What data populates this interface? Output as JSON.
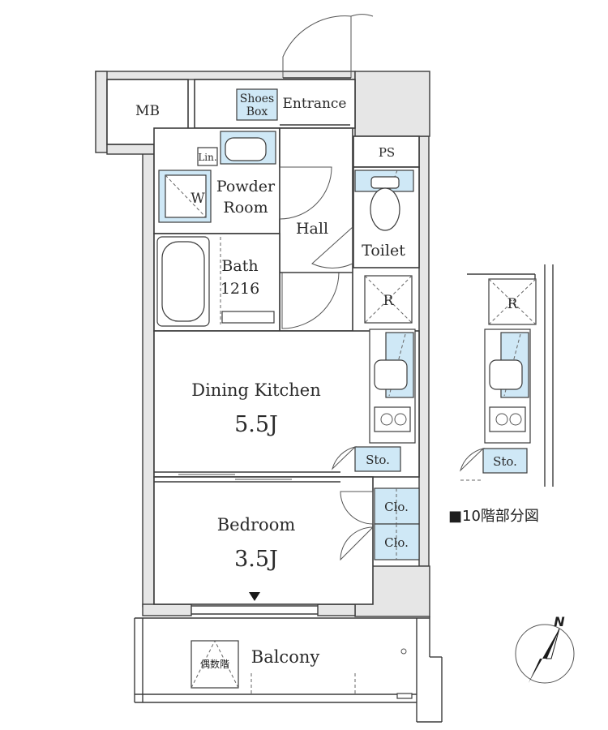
{
  "rooms": {
    "mb": "MB",
    "shoes_box_line1": "Shoes",
    "shoes_box_line2": "Box",
    "entrance": "Entrance",
    "ps": "PS",
    "lin": "Lin.",
    "washer": "W",
    "powder_room_line1": "Powder",
    "powder_room_line2": "Room",
    "hall": "Hall",
    "toilet": "Toilet",
    "bath_line1": "Bath",
    "bath_line2": "1216",
    "refrigerator": "R",
    "dining_kitchen": "Dining Kitchen",
    "dining_kitchen_size": "5.5J",
    "storage": "Sto.",
    "closet_1": "Clo.",
    "closet_2": "Clo.",
    "bedroom": "Bedroom",
    "bedroom_size": "3.5J",
    "balcony": "Balcony",
    "even_floor_mark": "偶数階"
  },
  "inset": {
    "refrigerator": "R",
    "storage": "Sto.",
    "caption": "■10階部分図"
  },
  "compass": {
    "north": "N"
  },
  "colors": {
    "fixture_blue": "#cfe8f6",
    "wall": "#3b3b3b",
    "wall_fill": "#e6e6e6"
  }
}
